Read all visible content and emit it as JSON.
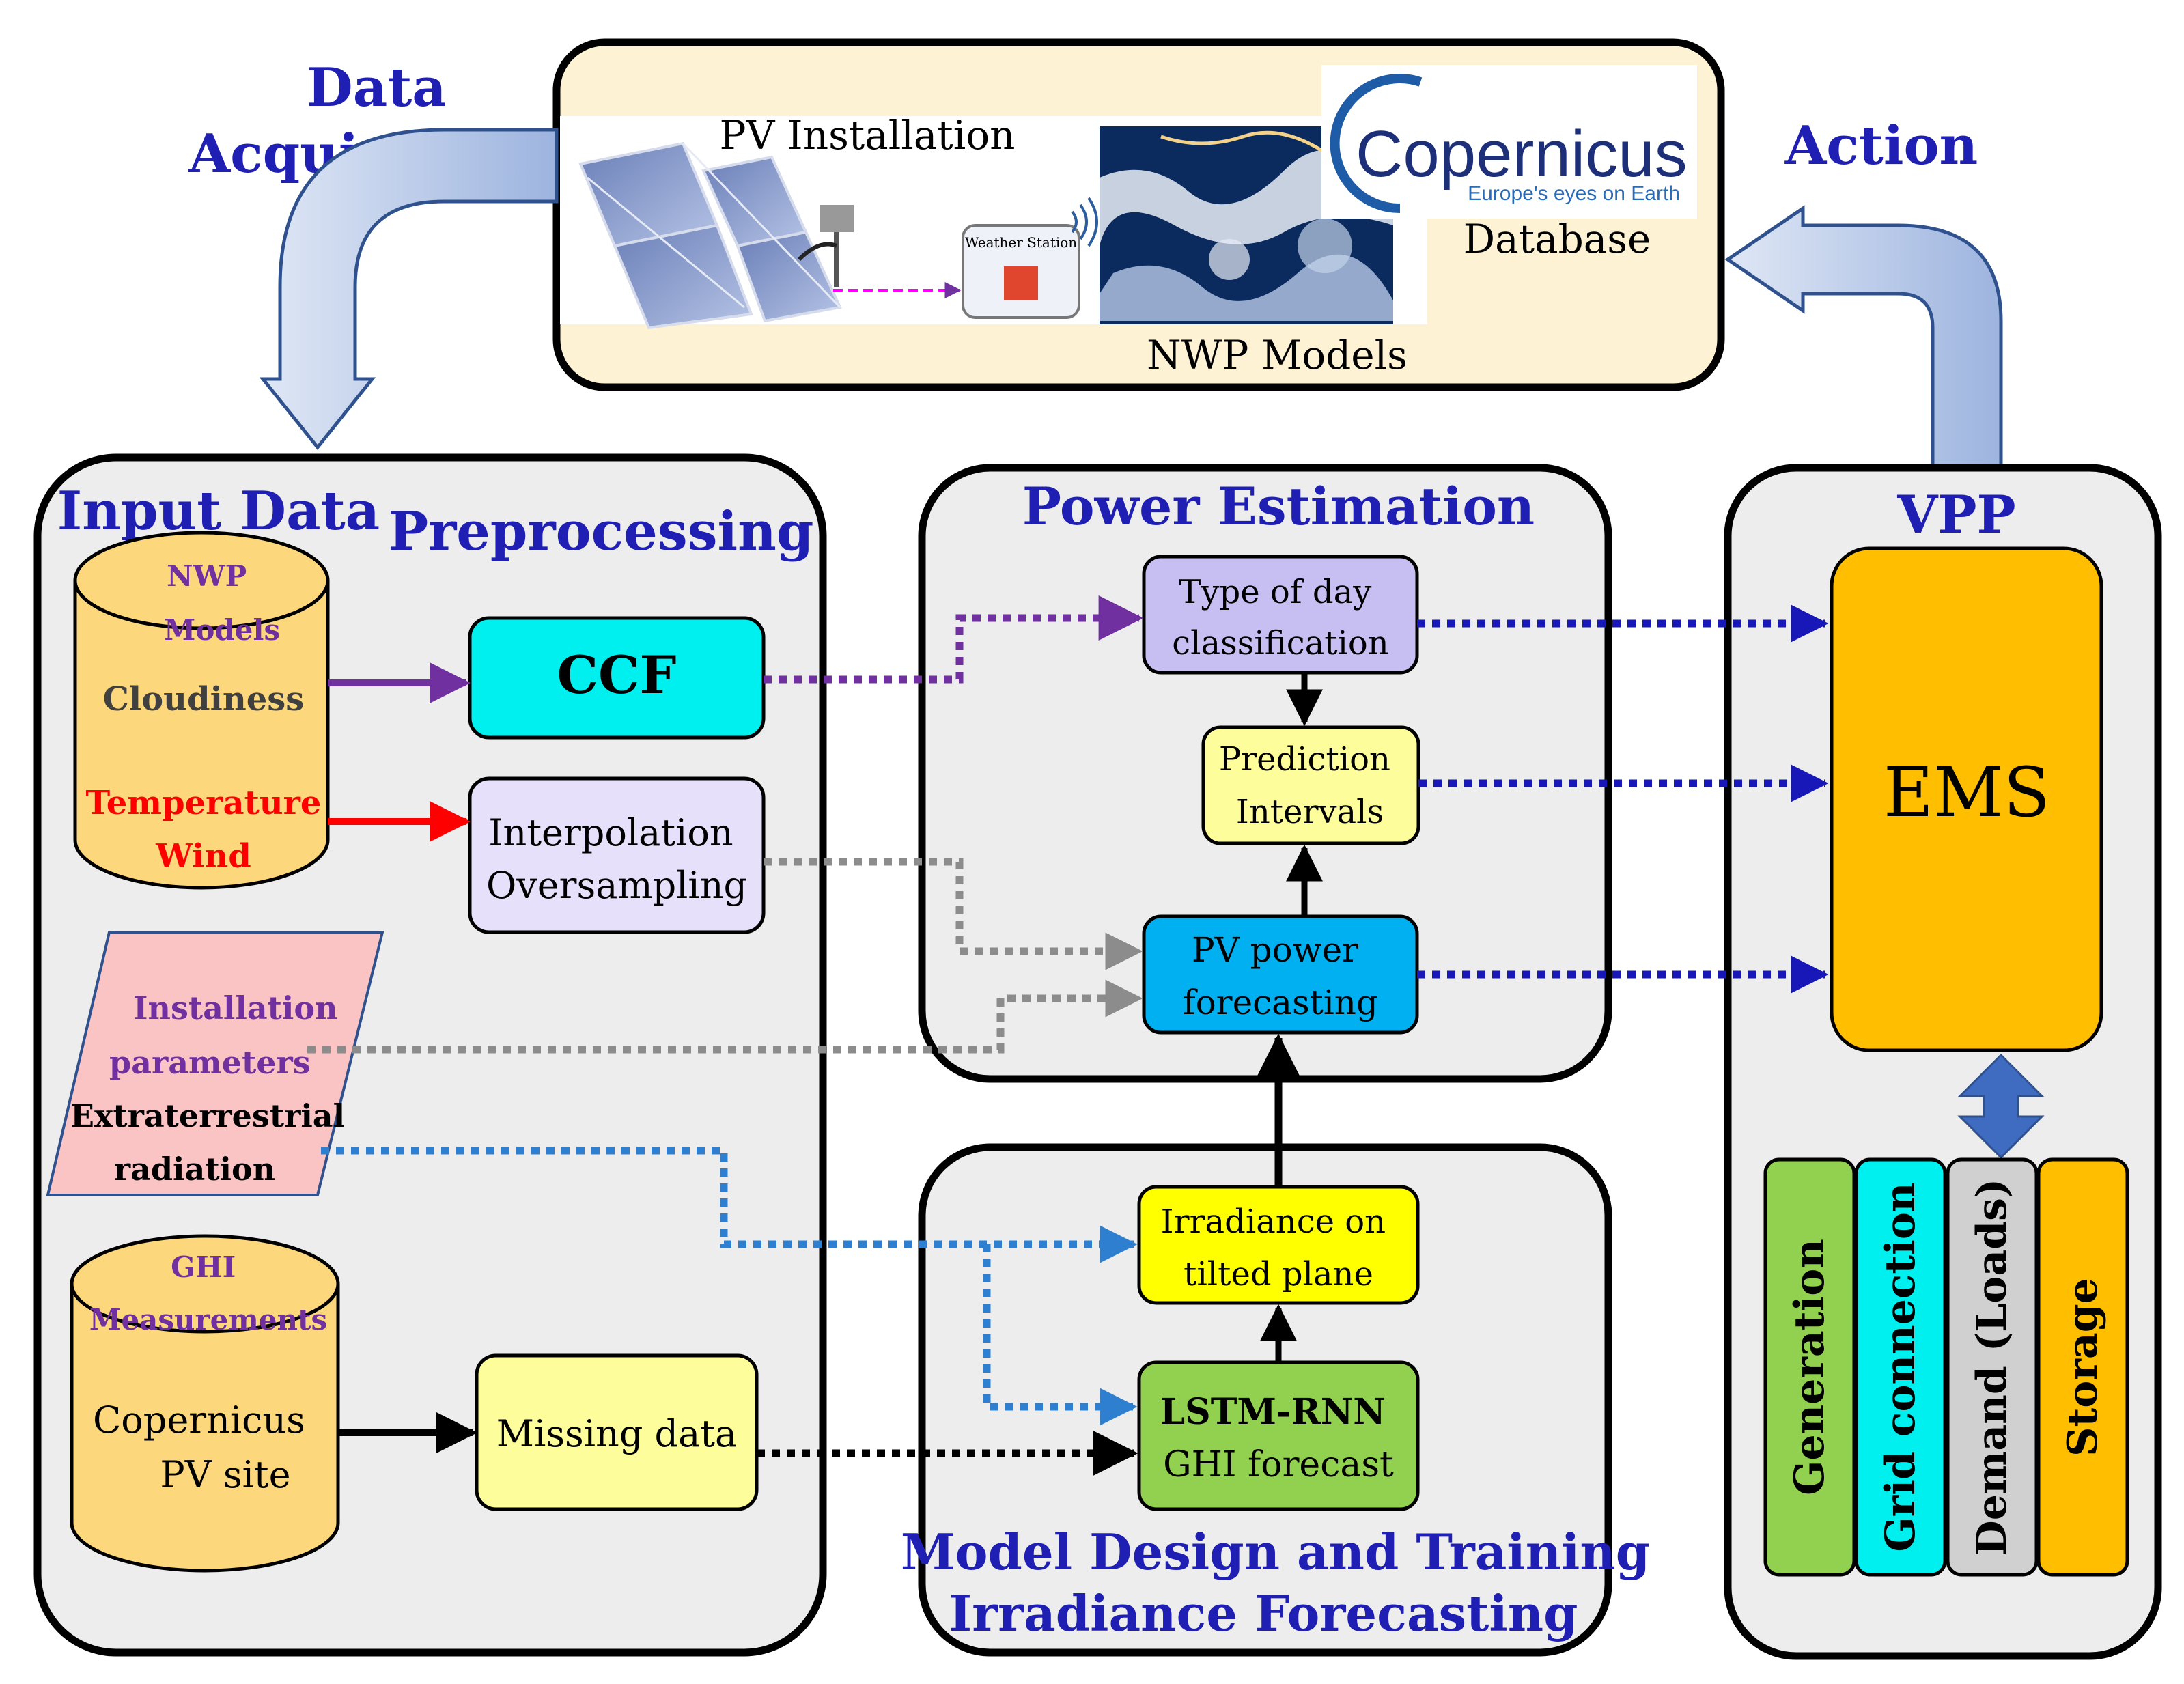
{
  "headers": {
    "data_acquisition": [
      "Data",
      "Acquisition"
    ],
    "action": "Action",
    "input_data": "Input Data",
    "preprocessing": "Preprocessing",
    "power_estimation": "Power Estimation",
    "vpp": "VPP",
    "model_design": [
      "Model Design and Training",
      "Irradiance Forecasting"
    ]
  },
  "top_panel": {
    "pv_installation": "PV Installation",
    "weather_station": "Weather Station",
    "copernicus_logo": "Copernicus",
    "copernicus_tagline": "Europe's eyes on Earth",
    "database": "Database",
    "nwp_models": "NWP Models"
  },
  "input_data": {
    "nwp_cylinder": {
      "title": [
        "NWP",
        "Models"
      ],
      "cloudiness": "Cloudiness",
      "temperature": "Temperature",
      "wind": "Wind"
    },
    "installation_parallelogram": {
      "installation": [
        "Installation",
        "parameters"
      ],
      "extraterrestrial": [
        "Extraterrestrial",
        "radiation"
      ]
    },
    "ghi_cylinder": {
      "title": [
        "GHI",
        "Measurements"
      ],
      "body": [
        "Copernicus",
        "PV site"
      ]
    }
  },
  "preprocessing": {
    "ccf": "CCF",
    "interpolation": [
      "Interpolation",
      "Oversampling"
    ],
    "missing_data": "Missing data"
  },
  "power_estimation": {
    "type_of_day": [
      "Type of day",
      "classification"
    ],
    "prediction_intervals": [
      "Prediction",
      "Intervals"
    ],
    "pv_power": [
      "PV power",
      "forecasting"
    ]
  },
  "model_design": {
    "irradiance": [
      "Irradiance on",
      "tilted plane"
    ],
    "lstm": [
      "LSTM-RNN",
      "GHI forecast"
    ]
  },
  "vpp": {
    "ems": "EMS",
    "columns": [
      "Generation",
      "Grid connection",
      "Demand (Loads)",
      "Storage"
    ]
  },
  "colors": {
    "header_blue": "#1f1fb4",
    "panel_fill": "#ededed",
    "top_fill": "#fdf3d4",
    "cylinder_fill": "#fdd77c",
    "ccf_fill": "#00f0f0",
    "interp_fill": "#e6e0fa",
    "missing_fill": "#fdfd9c",
    "type_day_fill": "#c7bef2",
    "pred_fill": "#fdfd9c",
    "pv_power_fill": "#00b0f0",
    "irradiance_fill": "#ffff00",
    "lstm_fill": "#92d050",
    "ems_fill": "#ffbf00",
    "generation_fill": "#92d050",
    "grid_fill": "#00f0f0",
    "demand_fill": "#d0d0d0",
    "storage_fill": "#ffbf00",
    "installation_fill": "#fbc4c4",
    "purple": "#7030a0",
    "red": "#ff0000",
    "grey_dash": "#8c8c8c",
    "navy_dash": "#1818b8",
    "blue_dash": "#2f7fd0"
  }
}
